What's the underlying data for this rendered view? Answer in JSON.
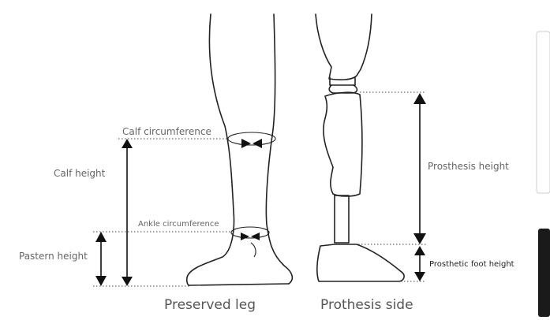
{
  "labels": {
    "calf_circumference": "Calf circumference",
    "calf_height": "Calf height",
    "ankle_circumference": "Ankle circumference",
    "pastern_height": "Pastern height",
    "prosthesis_height": "Prosthesis height",
    "prosthetic_foot_height": "Prosthetic foot height"
  },
  "captions": {
    "preserved_leg": "Preserved leg",
    "prosthesis_side": "Prothesis side"
  }
}
